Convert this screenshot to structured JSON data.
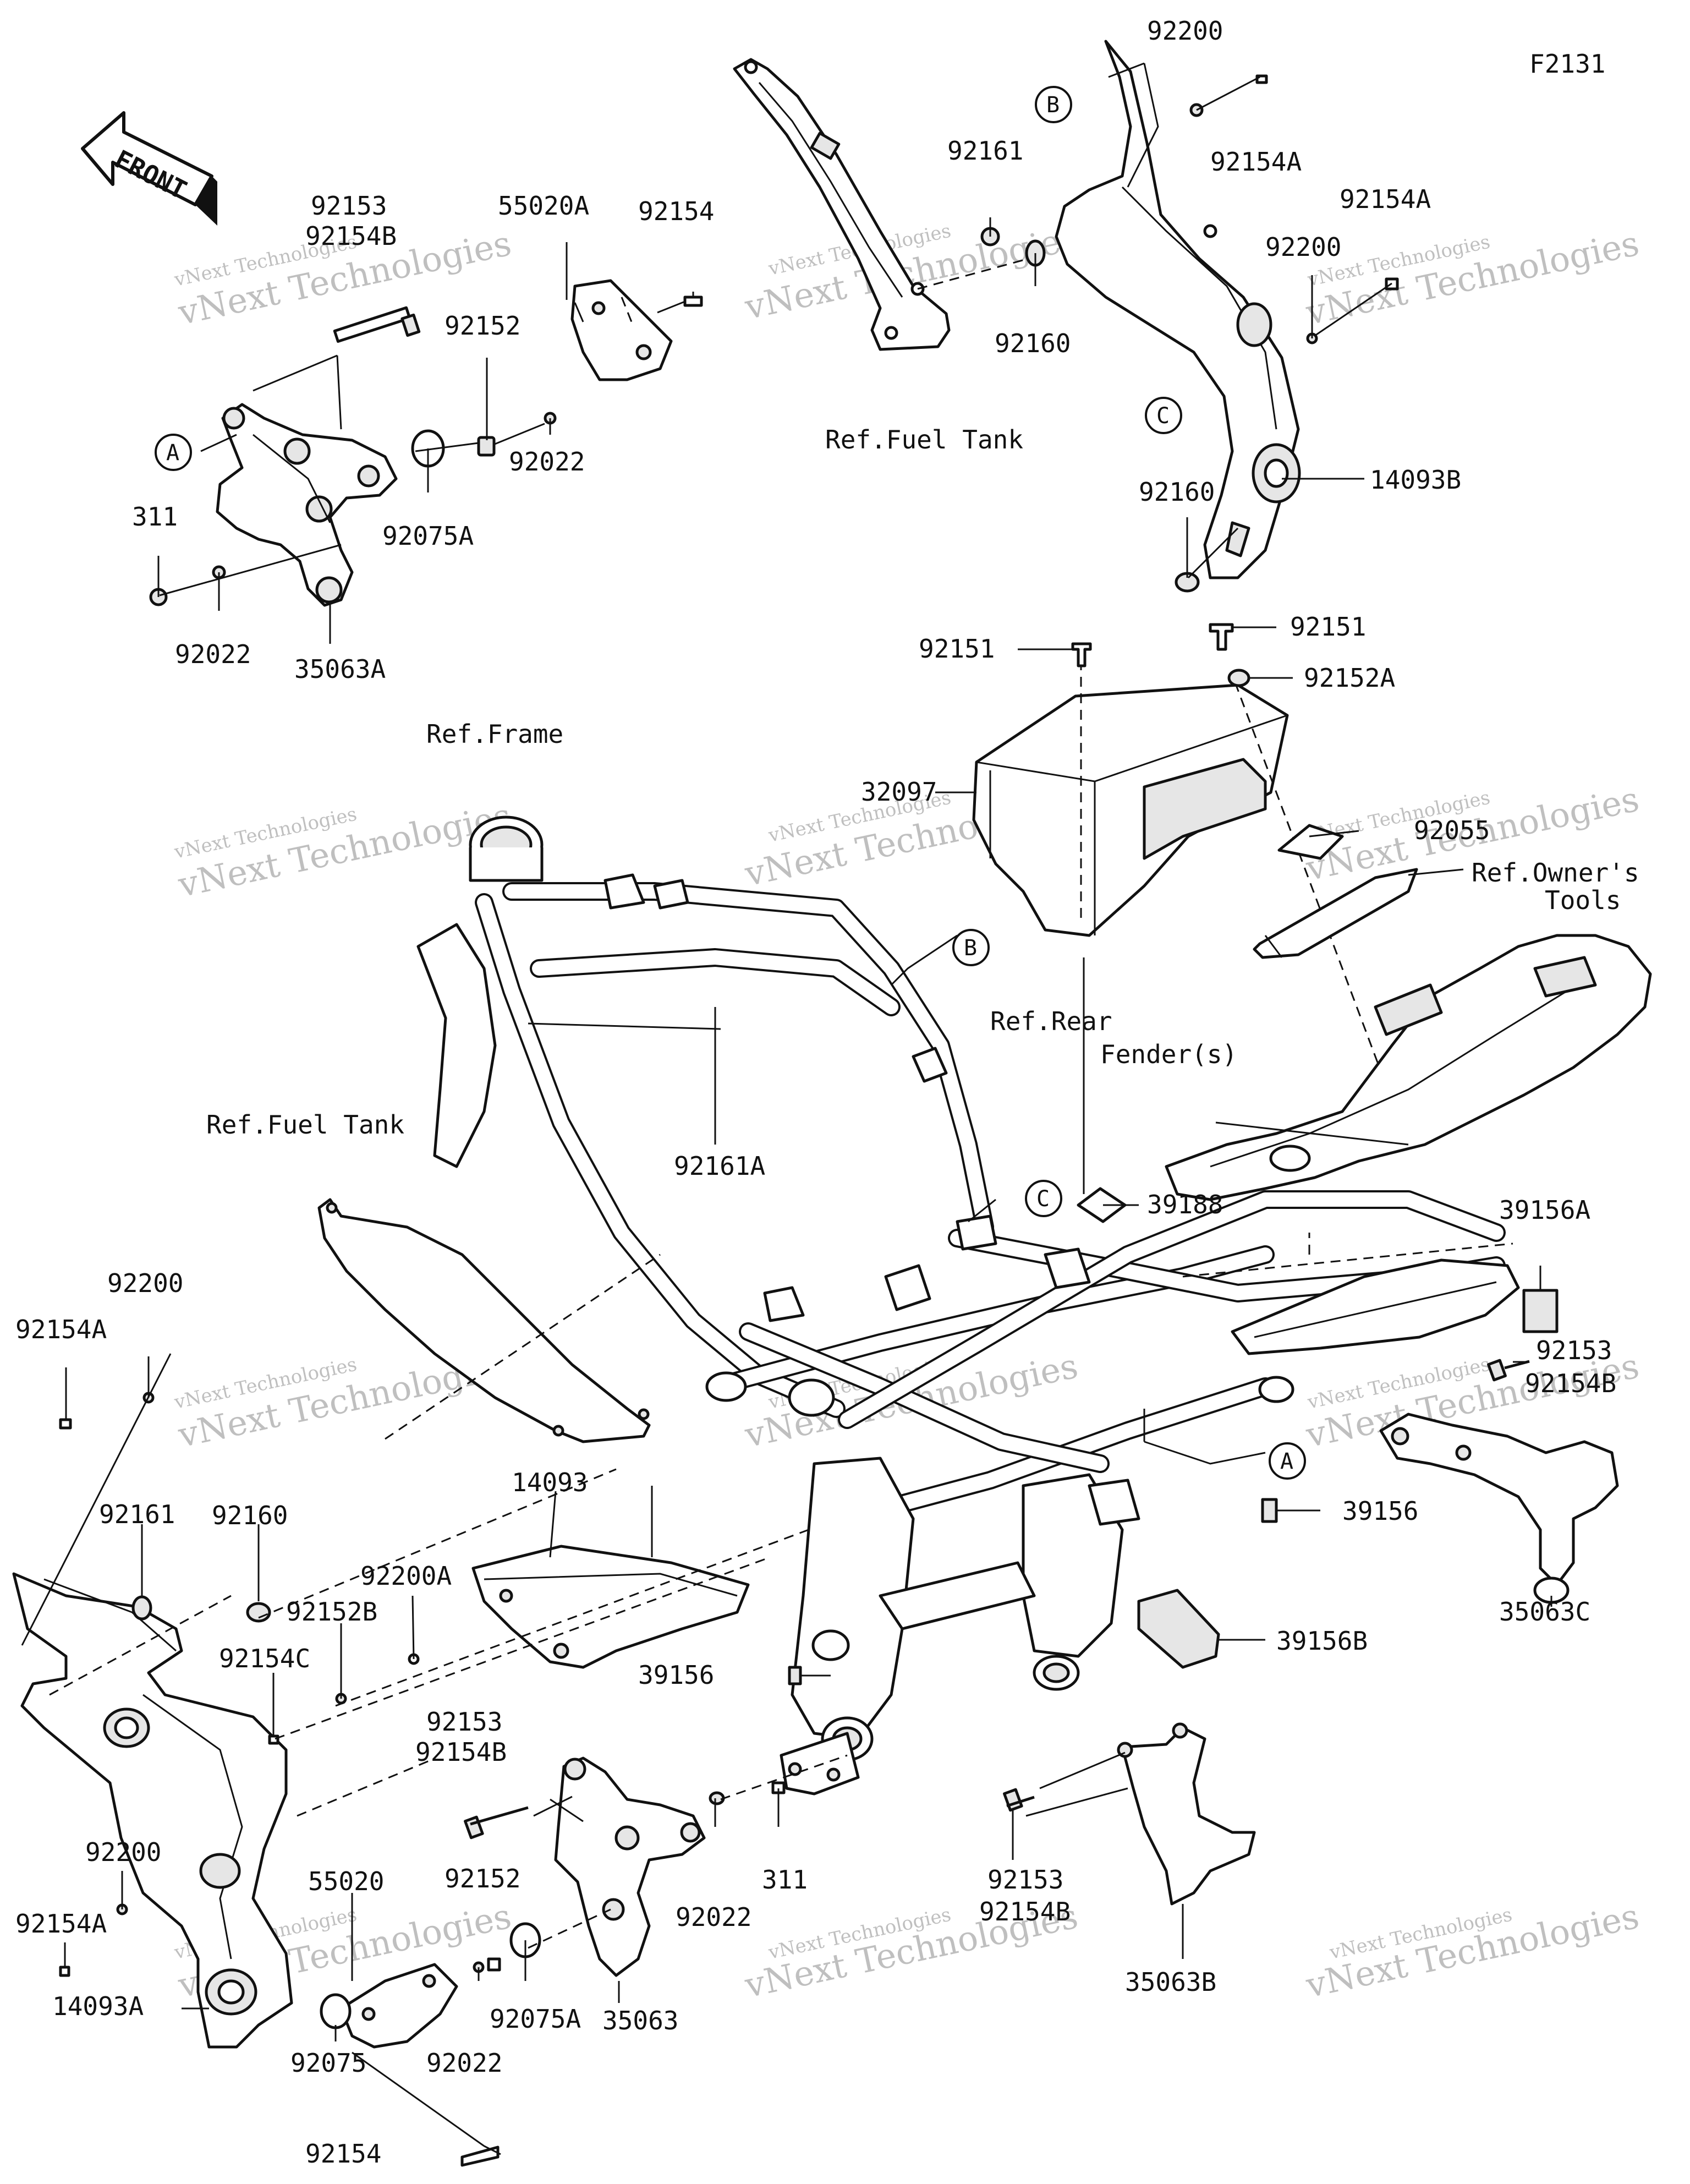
{
  "diagram_code": "F2131",
  "front_arrow": {
    "label": "FRONT"
  },
  "callouts": {
    "A": "A",
    "B": "B",
    "C": "C"
  },
  "references": {
    "fuel_tank_top": "Ref.Fuel Tank",
    "frame": "Ref.Frame",
    "fuel_tank_left": "Ref.Fuel Tank",
    "owners_tools_1": "Ref.Owner's",
    "owners_tools_2": "Tools",
    "rear_fender_1": "Ref.Rear",
    "rear_fender_2": "Fender(s)"
  },
  "labels": {
    "p92200_top": "92200",
    "p92154A_top": "92154A",
    "p92161_top": "92161",
    "p92160_top": "92160",
    "p92154A_r": "92154A",
    "p92200_r": "92200",
    "p14093B": "14093B",
    "p92160_r": "92160",
    "p92153_tl": "92153",
    "p92154B_tl": "92154B",
    "p55020A": "55020A",
    "p92154_tl": "92154",
    "p92152_tl": "92152",
    "p92022_tl": "92022",
    "p92075A_tl": "92075A",
    "p311_tl": "311",
    "p92022_tl2": "92022",
    "p35063A": "35063A",
    "p92151_l": "92151",
    "p92151_r": "92151",
    "p92152A": "92152A",
    "p32097": "32097",
    "p92055": "92055",
    "p92161A": "92161A",
    "p39188": "39188",
    "p39156A": "39156A",
    "p92153_r": "92153",
    "p92154B_r": "92154B",
    "p39156_r": "39156",
    "p35063C": "35063C",
    "p39156B": "39156B",
    "p92200_l": "92200",
    "p92154A_l": "92154A",
    "p92161_l": "92161",
    "p92160_l": "92160",
    "p14093": "14093",
    "p92200A": "92200A",
    "p92152B": "92152B",
    "p92154C": "92154C",
    "p39156_c": "39156",
    "p92153_bl": "92153",
    "p92154B_bl": "92154B",
    "p92152_bl": "92152",
    "p311_bl": "311",
    "p92022_bl": "92022",
    "p92200_bl": "92200",
    "p92154A_bl": "92154A",
    "p55020": "55020",
    "p14093A": "14093A",
    "p92022_bl2": "92022",
    "p92075A_bl": "92075A",
    "p35063": "35063",
    "p92075": "92075",
    "p92154_bl": "92154",
    "p92153_br": "92153",
    "p92154B_br": "92154B",
    "p35063B": "35063B"
  },
  "watermark": {
    "line1": "vNext Technologies",
    "line2": "vNext Technologies"
  }
}
